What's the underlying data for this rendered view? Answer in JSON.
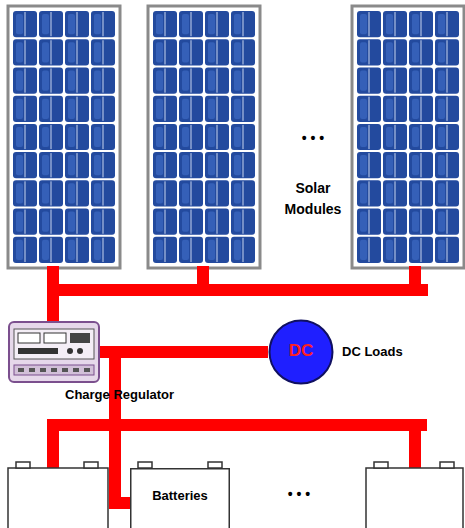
{
  "diagram": {
    "nodes": [
      {
        "text": [
          "Charge Regulator"
        ]
      },
      {
        "text": [
          "DC",
          "DC Loads"
        ]
      },
      {
        "text": [
          "Batteries"
        ]
      }
    ],
    "edges": [
      {
        "from": 0,
        "to": 1,
        "arrow": "none"
      },
      {
        "from": 0,
        "to": 2,
        "arrow": "none"
      }
    ],
    "labels": [
      "• • •",
      "Solar Modules",
      "• • •"
    ]
  }
}
